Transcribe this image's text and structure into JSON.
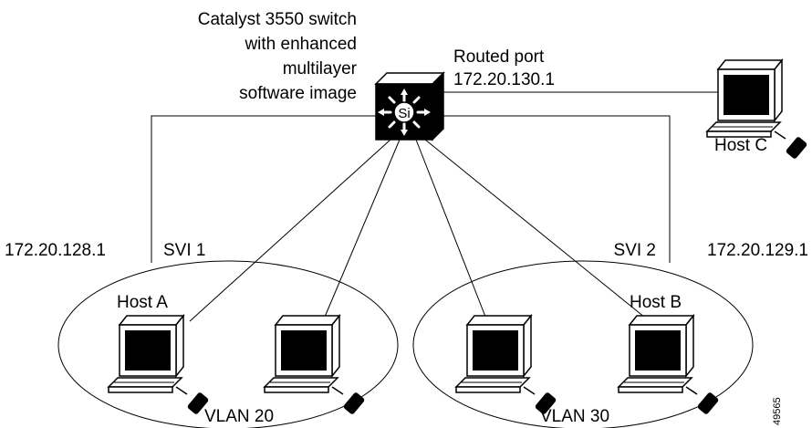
{
  "switch": {
    "caption": [
      "Catalyst 3550 switch",
      "with enhanced",
      "multilayer",
      "software image"
    ],
    "symbol": "Si",
    "icon": "layer3-switch-icon"
  },
  "routed_port": {
    "label": "Routed port",
    "ip": "172.20.130.1"
  },
  "svi1": {
    "label": "SVI 1",
    "ip": "172.20.128.1"
  },
  "svi2": {
    "label": "SVI 2",
    "ip": "172.20.129.1"
  },
  "vlans": [
    {
      "label": "VLAN 20"
    },
    {
      "label": "VLAN 30"
    }
  ],
  "hosts": {
    "a": "Host A",
    "b": "Host B",
    "c": "Host C"
  },
  "figure_id": "49565"
}
